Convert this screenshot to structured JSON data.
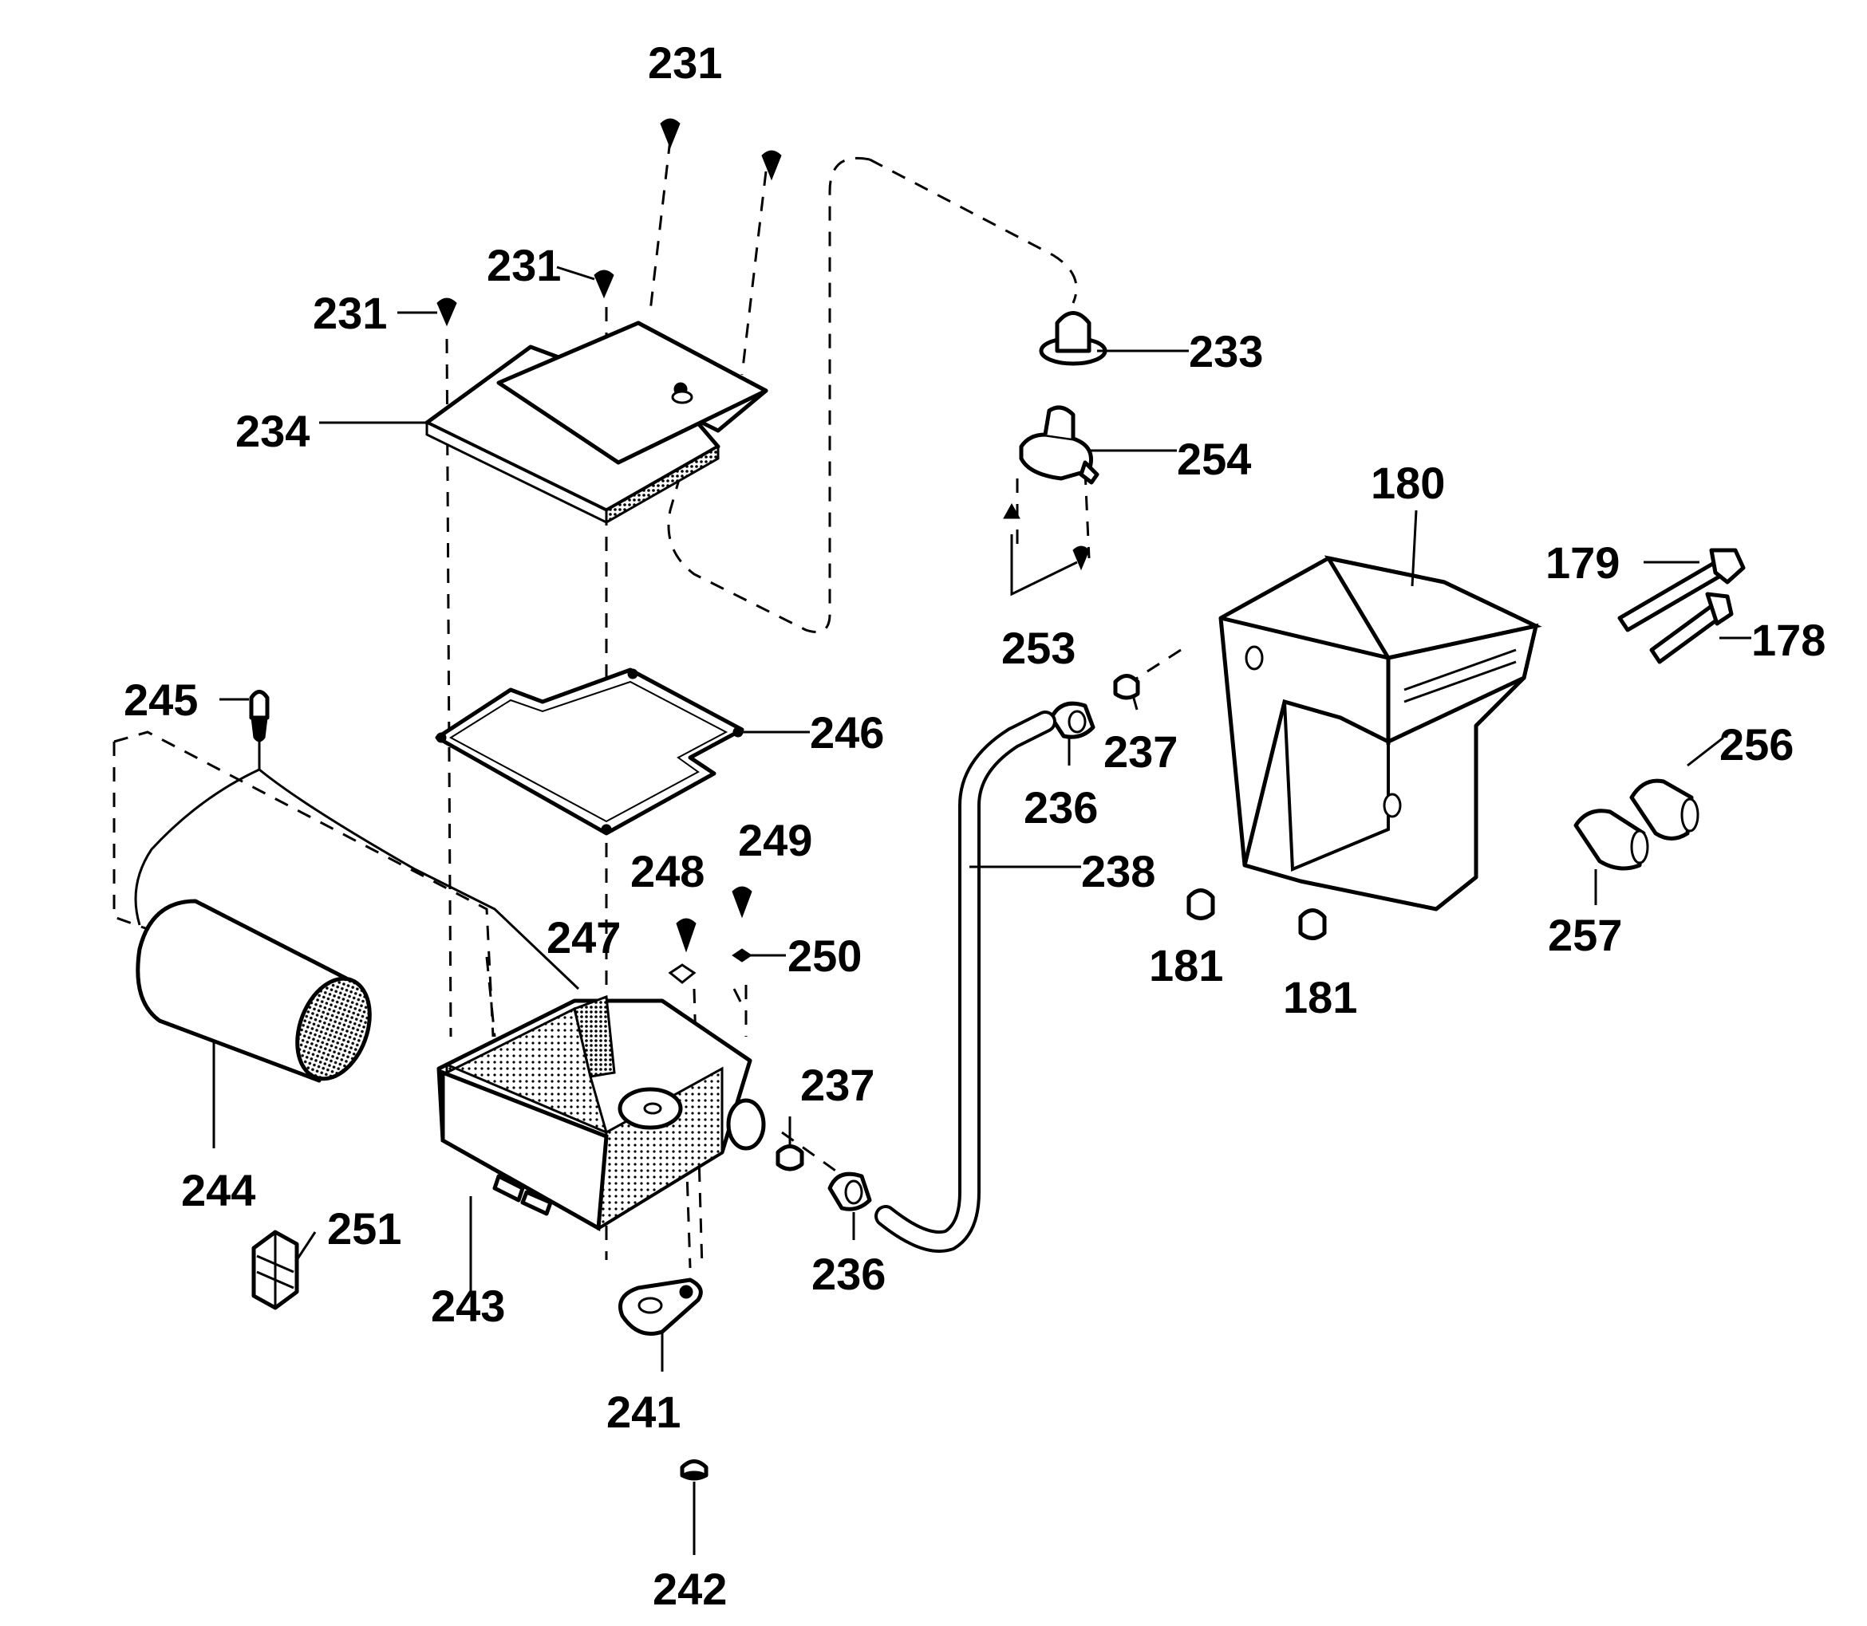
{
  "diagram": {
    "labels": {
      "p231a": "231",
      "p231b": "231",
      "p231c": "231",
      "p233": "233",
      "p234": "234",
      "p254": "254",
      "p180": "180",
      "p179": "179",
      "p178": "178",
      "p253": "253",
      "p245": "245",
      "p246": "246",
      "p237a": "237",
      "p236a": "236",
      "p256": "256",
      "p249": "249",
      "p248": "248",
      "p238": "238",
      "p247": "247",
      "p250": "250",
      "p181a": "181",
      "p257": "257",
      "p181b": "181",
      "p237b": "237",
      "p244": "244",
      "p251": "251",
      "p236b": "236",
      "p243": "243",
      "p241": "241",
      "p242": "242"
    }
  }
}
